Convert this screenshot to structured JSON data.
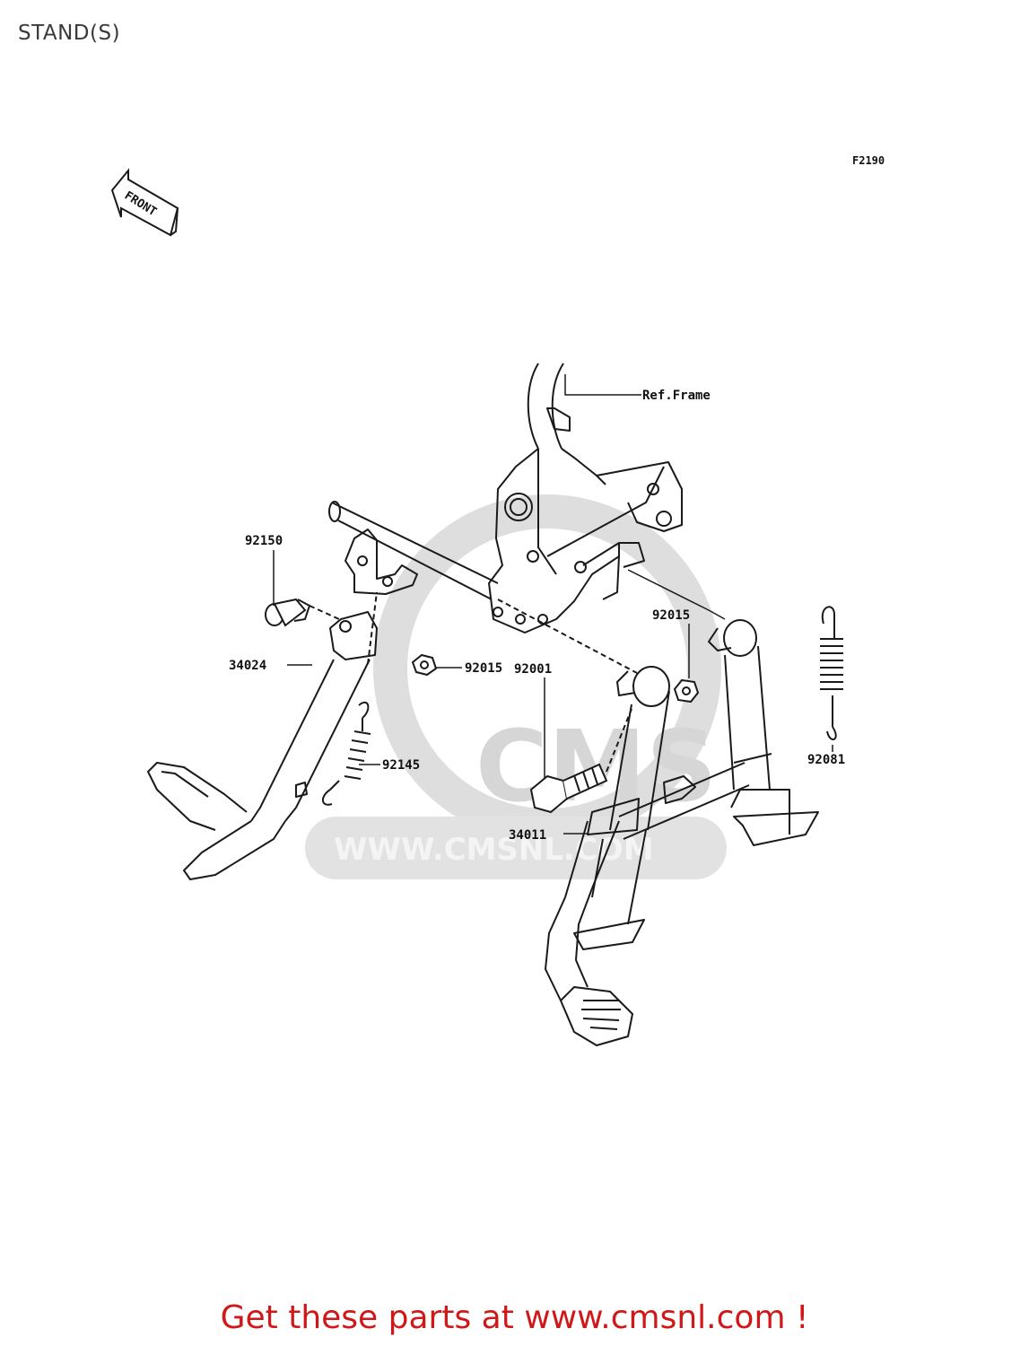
{
  "page": {
    "title": "STAND(S)",
    "figure_code": "F2190",
    "front_label": "FRONT",
    "banner": "Get these parts at www.cmsnl.com !"
  },
  "watermark": {
    "brand": "CMS",
    "url": "WWW.CMSNL.COM"
  },
  "parts": [
    {
      "id": "ref-frame",
      "label": "Ref.Frame"
    },
    {
      "id": "92150",
      "label": "92150"
    },
    {
      "id": "92015-a",
      "label": "92015"
    },
    {
      "id": "92015-b",
      "label": "92015"
    },
    {
      "id": "34024",
      "label": "34024"
    },
    {
      "id": "92145",
      "label": "92145"
    },
    {
      "id": "92001",
      "label": "92001"
    },
    {
      "id": "92081",
      "label": "92081"
    },
    {
      "id": "34011",
      "label": "34011"
    }
  ],
  "colors": {
    "line": "#1a1a1a",
    "watermark": "#d8d8d8",
    "banner": "#d01818"
  }
}
